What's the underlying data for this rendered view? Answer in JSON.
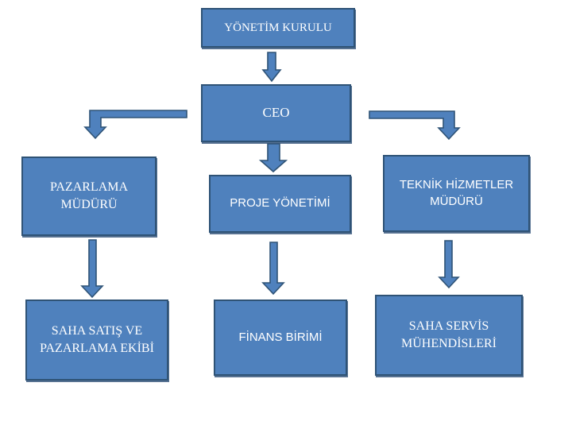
{
  "diagram": {
    "type": "org-chart",
    "background": "#ffffff",
    "colors": {
      "node_fill": "#4f81bd",
      "node_border": "#2f5376",
      "arrow_fill": "#4f81bd",
      "arrow_border": "#2f5376",
      "text": "#ffffff"
    },
    "nodes": [
      {
        "id": "board",
        "label": "YÖNETİM KURULU"
      },
      {
        "id": "ceo",
        "label": "CEO"
      },
      {
        "id": "marketing",
        "label": "PAZARLAMA MÜDÜRÜ"
      },
      {
        "id": "project",
        "label": "PROJE YÖNETİMİ"
      },
      {
        "id": "technical",
        "label": "TEKNİK HİZMETLER MÜDÜRÜ"
      },
      {
        "id": "field_sales",
        "label": "SAHA SATIŞ VE PAZARLAMA EKİBİ"
      },
      {
        "id": "finance",
        "label": "FİNANS BİRİMİ"
      },
      {
        "id": "field_service",
        "label": "SAHA SERVİS MÜHENDİSLERİ"
      }
    ],
    "edges": [
      {
        "from": "YÖNETİM KURULU",
        "to": "CEO"
      },
      {
        "from": "CEO",
        "to": "PAZARLAMA MÜDÜRÜ"
      },
      {
        "from": "CEO",
        "to": "PROJE YÖNETİMİ"
      },
      {
        "from": "CEO",
        "to": "TEKNİK HİZMETLER MÜDÜRÜ"
      },
      {
        "from": "PAZARLAMA MÜDÜRÜ",
        "to": "SAHA SATIŞ VE PAZARLAMA EKİBİ"
      },
      {
        "from": "PROJE YÖNETİMİ",
        "to": "FİNANS BİRİMİ"
      },
      {
        "from": "TEKNİK HİZMETLER MÜDÜRÜ",
        "to": "SAHA SERVİS MÜHENDİSLERİ"
      }
    ]
  }
}
